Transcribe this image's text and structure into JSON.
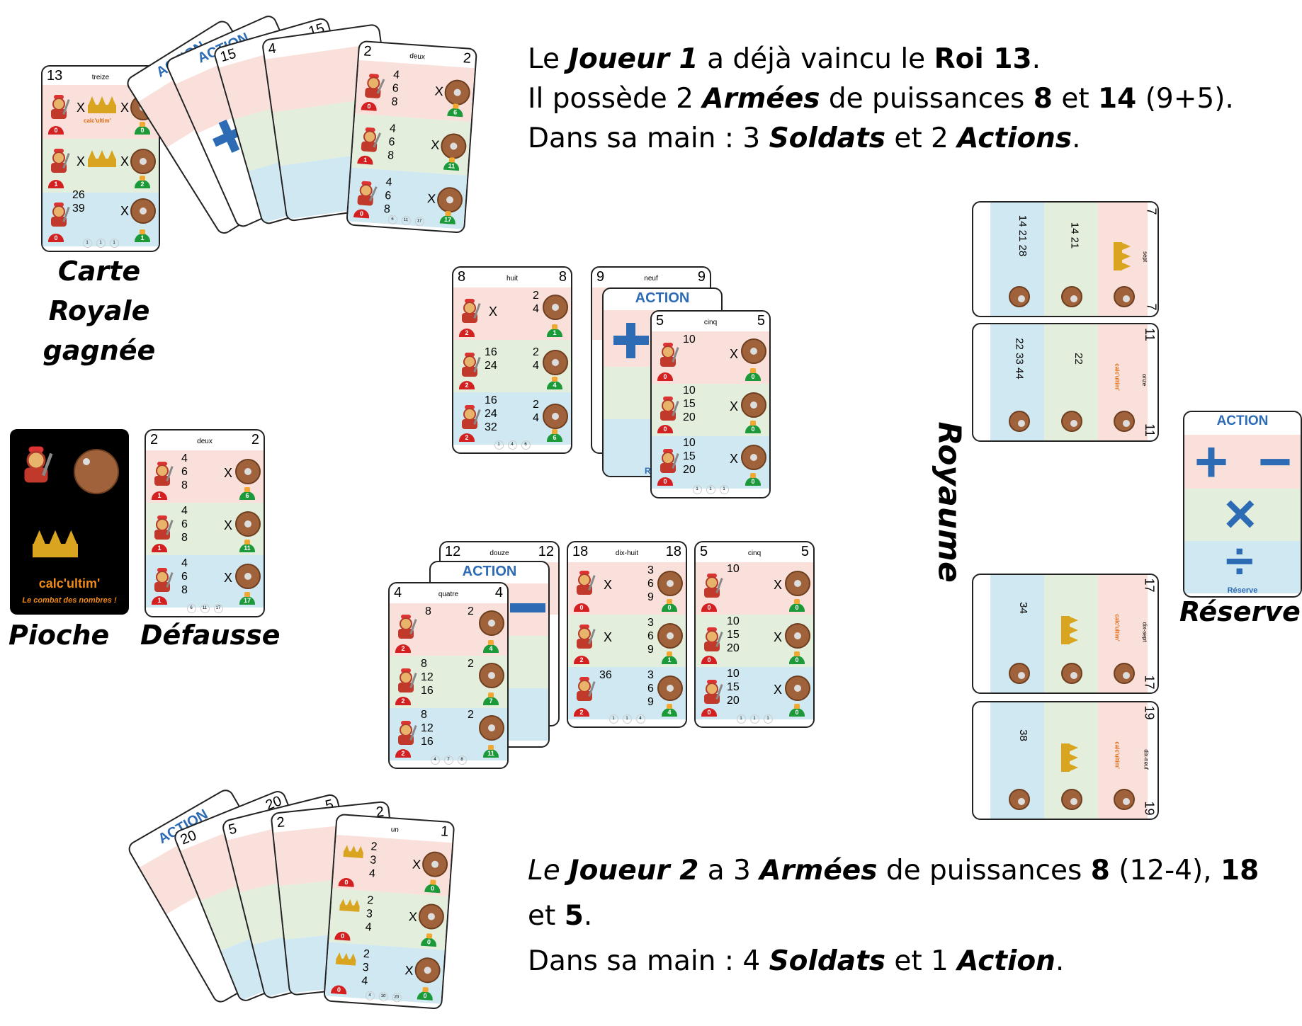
{
  "player1": {
    "line1": {
      "a": "Le ",
      "b": "Joueur 1",
      "c": " a déjà vaincu le ",
      "d": "Roi 13",
      "e": "."
    },
    "line2": {
      "a": "Il possède 2 ",
      "b": "Armées",
      "c": " de puissances ",
      "d": "8",
      "e": " et ",
      "f": "14",
      "g": " (9+5)."
    },
    "line3": {
      "a": "Dans sa main : 3 ",
      "b": "Soldats",
      "c": " et 2 ",
      "d": "Actions",
      "e": "."
    }
  },
  "player2": {
    "line1": {
      "a": "Le ",
      "b": "Joueur 2",
      "c": " a 3 ",
      "d": "Armées",
      "e": " de puissances ",
      "f": "8",
      "g": " (12-4), ",
      "h": "18"
    },
    "line2": {
      "a": "et ",
      "b": "5",
      "c": "."
    },
    "line3": {
      "a": "Dans sa main : 4 ",
      "b": "Soldats",
      "c": " et 1 ",
      "d": "Action",
      "e": "."
    }
  },
  "labels": {
    "royal_card_line1": "Carte Royale",
    "royal_card_line2": "gagnée",
    "draw_pile": "Pioche",
    "discard": "Défausse",
    "kingdom": "Royaume",
    "reserve": "Réserve"
  },
  "deck_back": {
    "logo": "calc'ultim'",
    "tagline": "Le combat des nombres !"
  },
  "cards": {
    "royal13": {
      "num": "13",
      "name": "treize",
      "row3": [
        "26",
        "39"
      ],
      "logo": "calc'ultim'",
      "badges": [
        "0",
        "0",
        "1",
        "2",
        "0",
        "1"
      ],
      "footer": [
        "1",
        "1",
        "1"
      ]
    },
    "hand1_front": {
      "num": "2",
      "name": "deux",
      "nums": [
        "4",
        "6",
        "8"
      ],
      "badges": [
        "0",
        "6",
        "1",
        "11",
        "0",
        "17"
      ],
      "footer": [
        "6",
        "11",
        "17"
      ]
    },
    "hand1_back": [
      "4",
      "15",
      "15",
      "ACTION",
      "ACTION"
    ],
    "huit": {
      "num": "8",
      "name": "huit",
      "r1": [
        "2",
        "4"
      ],
      "r2a": [
        "16",
        "24"
      ],
      "r2b": [
        "2",
        "4"
      ],
      "r3a": [
        "16",
        "24",
        "32"
      ],
      "r3b": [
        "2",
        "4"
      ],
      "badges": [
        "2",
        "1",
        "2",
        "4",
        "2",
        "6"
      ],
      "footer": [
        "1",
        "4",
        "6"
      ]
    },
    "neuf": {
      "num": "9",
      "name": "neuf"
    },
    "action_mid": {
      "title": "ACTION",
      "reserve": "Ré"
    },
    "cinq1": {
      "num": "5",
      "name": "cinq",
      "r1": [
        "10"
      ],
      "r2": [
        "10",
        "15",
        "20"
      ],
      "r3": [
        "10",
        "15",
        "20"
      ],
      "badges": [
        "0",
        "0",
        "0",
        "0",
        "0",
        "0"
      ],
      "footer": [
        "1",
        "1",
        "1"
      ]
    },
    "defausse": {
      "num": "2",
      "name": "deux",
      "nums": [
        "4",
        "6",
        "8"
      ],
      "badges": [
        "1",
        "6",
        "1",
        "11",
        "1",
        "17"
      ],
      "footer": [
        "6",
        "11",
        "17"
      ]
    },
    "douze": {
      "num": "12",
      "name": "douze"
    },
    "action_p2": {
      "title": "ACTION"
    },
    "quatre": {
      "num": "4",
      "name": "quatre",
      "r1a": [
        "8"
      ],
      "r1b": [
        "2"
      ],
      "r2a": [
        "8",
        "12",
        "16"
      ],
      "r2b": [
        "2"
      ],
      "r3a": [
        "8",
        "12",
        "16"
      ],
      "r3b": [
        "2"
      ],
      "badges": [
        "2",
        "4",
        "2",
        "7",
        "2",
        "11"
      ],
      "footer": [
        "4",
        "7",
        "8"
      ]
    },
    "dixhuit": {
      "num": "18",
      "name": "dix-huit",
      "r": [
        "3",
        "6",
        "9"
      ],
      "r3a": "36",
      "badges": [
        "0",
        "0",
        "2",
        "1",
        "2",
        "4"
      ],
      "footer": [
        "1",
        "1",
        "4"
      ]
    },
    "cinq2": {
      "num": "5",
      "name": "cinq",
      "r1": [
        "10"
      ],
      "r2": [
        "10",
        "15",
        "20"
      ],
      "r3": [
        "10",
        "15",
        "20"
      ],
      "badges": [
        "0",
        "0",
        "0",
        "0",
        "0",
        "0"
      ],
      "footer": [
        "1",
        "1",
        "1"
      ]
    },
    "hand2_front": {
      "num": "1",
      "name": "un",
      "nums": [
        "2",
        "3",
        "4"
      ],
      "badges": [
        "0",
        "0",
        "0",
        "0",
        "0",
        "0"
      ],
      "footer": [
        "4",
        "10",
        "20"
      ]
    },
    "hand2_back": [
      "2",
      "5",
      "20",
      "20",
      "ACTION"
    ],
    "kingdom7": {
      "num": "7",
      "name": "sept",
      "a": [
        "14",
        "21",
        "28"
      ],
      "b": [
        "14",
        "21"
      ]
    },
    "kingdom11": {
      "num": "11",
      "name": "onze",
      "a": [
        "22",
        "33",
        "44"
      ],
      "b": [
        "22"
      ],
      "logo": "calc'ultim'"
    },
    "kingdom17": {
      "num": "17",
      "name": "dix-sept",
      "a": [
        "34"
      ],
      "logo": "calc'ultim'"
    },
    "kingdom19": {
      "num": "19",
      "name": "dix-neuf",
      "a": [
        "38"
      ],
      "logo": "calc'ultim'"
    },
    "reserve_action": {
      "title": "ACTION",
      "ops": [
        "+",
        "−",
        "×",
        "÷"
      ],
      "reserve": "Réserve"
    }
  },
  "colors": {
    "red_band": "#f9e0da",
    "green_band": "#e3eedd",
    "blue_band": "#cfe8f1",
    "action_blue": "#2d6bb5",
    "logo_orange": "#e06a10"
  }
}
